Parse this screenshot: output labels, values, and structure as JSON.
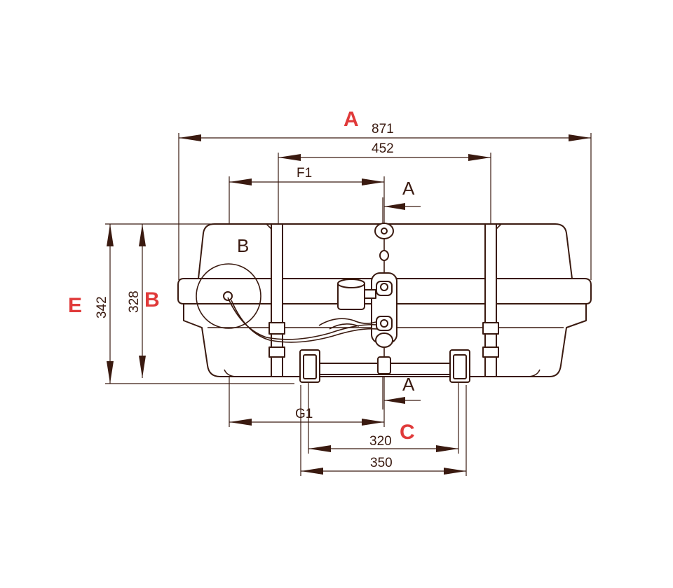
{
  "colors": {
    "line": "#3a1a10",
    "label": "#e03a3a",
    "background": "#ffffff"
  },
  "labels": {
    "A": "A",
    "B": "B",
    "C": "C",
    "E": "E"
  },
  "dimensions": {
    "overall_length": "871",
    "strap_spacing": "452",
    "f1": "F1",
    "g1": "G1",
    "bar_spacing_inner": "320",
    "bar_spacing_outer": "350",
    "height_outer": "342",
    "height_inner": "328"
  },
  "annotations": {
    "section_top": "A",
    "section_bottom": "A",
    "detail": "B"
  }
}
